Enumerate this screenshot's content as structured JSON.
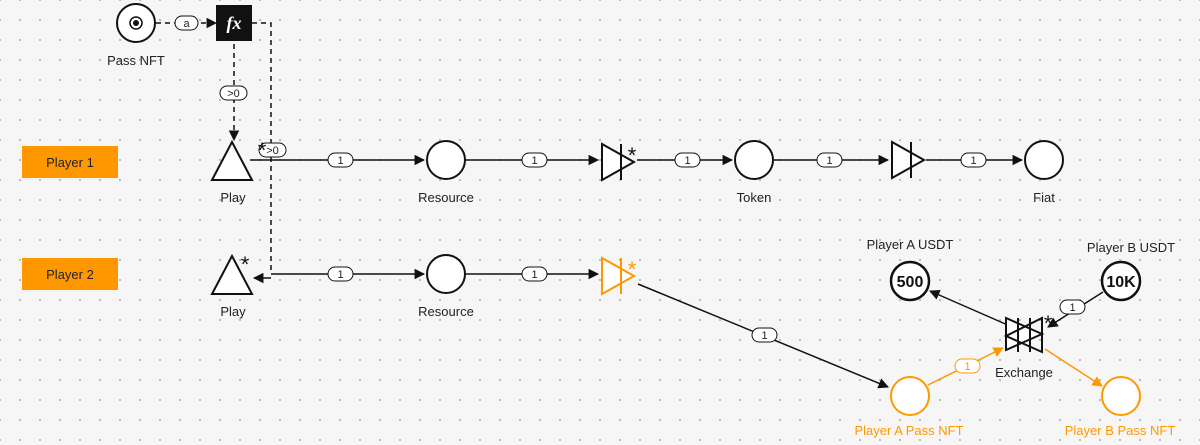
{
  "colors": {
    "accent": "#ff9800",
    "ink": "#111111",
    "background": "#f6f6f6"
  },
  "players": [
    {
      "label": "Player 1"
    },
    {
      "label": "Player 2"
    }
  ],
  "nodes": {
    "pass_nft": "Pass NFT",
    "formula_icon": "fx",
    "play_1": "Play",
    "play_2": "Play",
    "resource_1": "Resource",
    "resource_2": "Resource",
    "token": "Token",
    "fiat": "Fiat",
    "player_a_usdt": {
      "label": "Player A USDT",
      "value": "500"
    },
    "player_b_usdt": {
      "label": "Player B USDT",
      "value": "10K"
    },
    "exchange": "Exchange",
    "player_a_pass_nft": "Player A Pass NFT",
    "player_b_pass_nft": "Player B Pass NFT"
  },
  "edges": {
    "pass_to_fx": "a",
    "fx_to_play_1": ">0",
    "fx_to_play_2": ">0",
    "play1_to_resource": "1",
    "resource1_to_converter": "1",
    "converter_to_token": "1",
    "token_to_converter": "1",
    "converter_to_fiat": "1",
    "play2_to_resource": "1",
    "resource2_to_converter": "1",
    "converter2_to_pass_a": "1",
    "pass_a_to_exchange": "1",
    "usdt_b_to_exchange": "1"
  },
  "markers": {
    "activator": "*"
  }
}
